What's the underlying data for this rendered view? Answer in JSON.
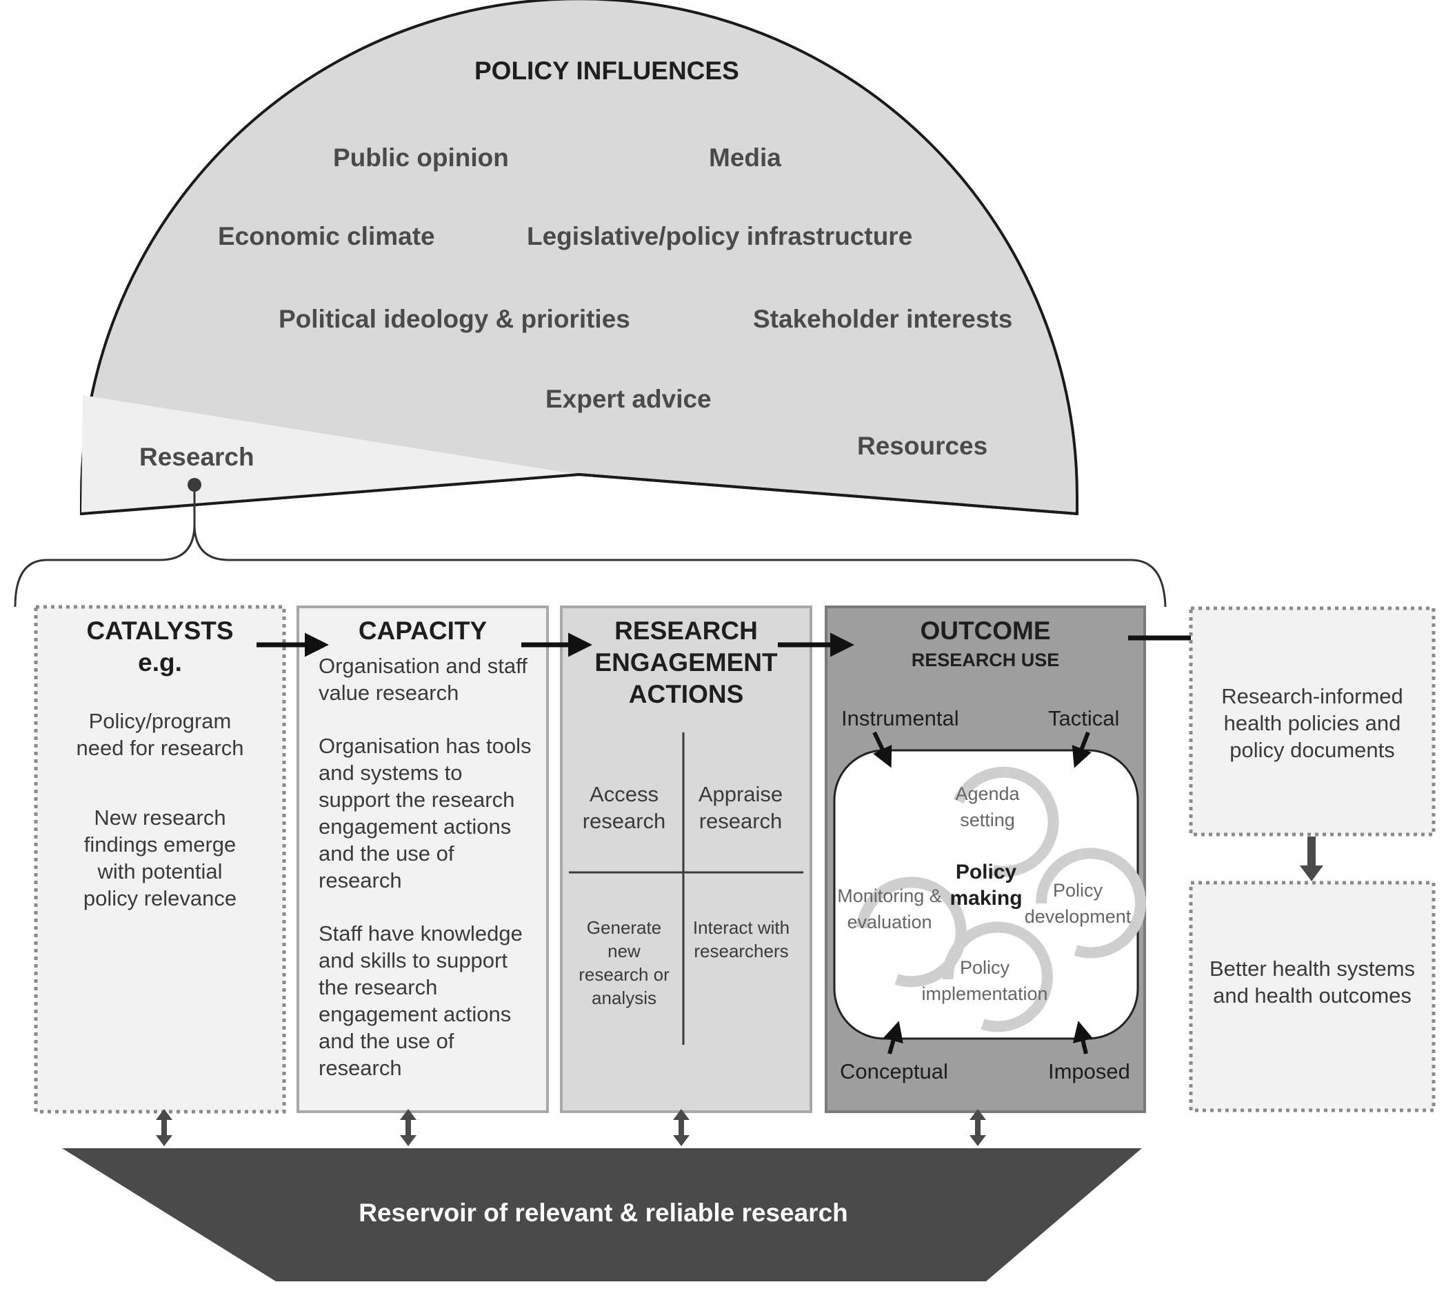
{
  "influences": {
    "title": "POLICY  INFLUENCES",
    "public_opinion": "Public opinion",
    "media": "Media",
    "economic_climate": "Economic climate",
    "legislative": "Legislative/policy infrastructure",
    "political": "Political ideology & priorities",
    "stakeholder": "Stakeholder interests",
    "expert_advice": "Expert advice",
    "research": "Research",
    "resources": "Resources"
  },
  "catalysts": {
    "title": "CATALYSTS",
    "subtitle": "e.g.",
    "item1": "Policy/program need for research",
    "item2": "New research findings emerge with potential policy relevance"
  },
  "capacity": {
    "title": "CAPACITY",
    "item1": "Organisation and staff value research",
    "item2": "Organisation has tools and systems to support the research engagement actions and the use of research",
    "item3": "Staff have knowledge and skills to support the research engagement actions and the use of research"
  },
  "engagement": {
    "title_line1": "RESEARCH",
    "title_line2": "ENGAGEMENT",
    "title_line3": "ACTIONS",
    "access": "Access research",
    "appraise": "Appraise research",
    "generate": "Generate new research or analysis",
    "interact": "Interact with researchers"
  },
  "outcome": {
    "title": "OUTCOME",
    "subtitle": "RESEARCH USE",
    "instrumental": "Instrumental",
    "tactical": "Tactical",
    "conceptual": "Conceptual",
    "imposed": "Imposed",
    "cycle": {
      "center": "Policy making",
      "agenda": "Agenda setting",
      "development": "Policy development",
      "implementation": "Policy implementation",
      "monitoring": "Monitoring & evaluation"
    }
  },
  "results": {
    "informed": "Research-informed health policies and policy documents",
    "better": "Better health systems and health outcomes"
  },
  "reservoir": {
    "label": "Reservoir of relevant & reliable research"
  },
  "colors": {
    "dome_fill": "#d9d9d9",
    "research_slice": "#efefef",
    "outcome_fill": "#9e9e9e",
    "engagement_fill": "#d9d9d9",
    "reservoir_fill": "#4a4a4a"
  }
}
